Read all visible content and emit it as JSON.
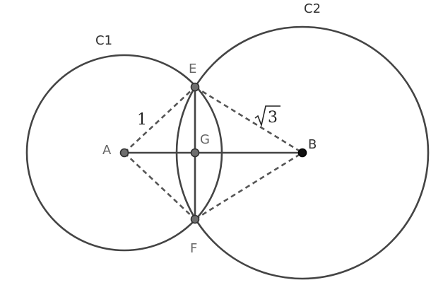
{
  "labels": {
    "circle1": "C1",
    "circle2": "C2",
    "pointA": "A",
    "pointB": "B",
    "pointE": "E",
    "pointF": "F",
    "pointG": "G",
    "lengthAE": "1",
    "lengthEB_radicand": "3"
  },
  "colors": {
    "stroke": "#444444",
    "pointGray": "#6e6e6e",
    "pointBlack": "#111111",
    "background": "#ffffff"
  }
}
